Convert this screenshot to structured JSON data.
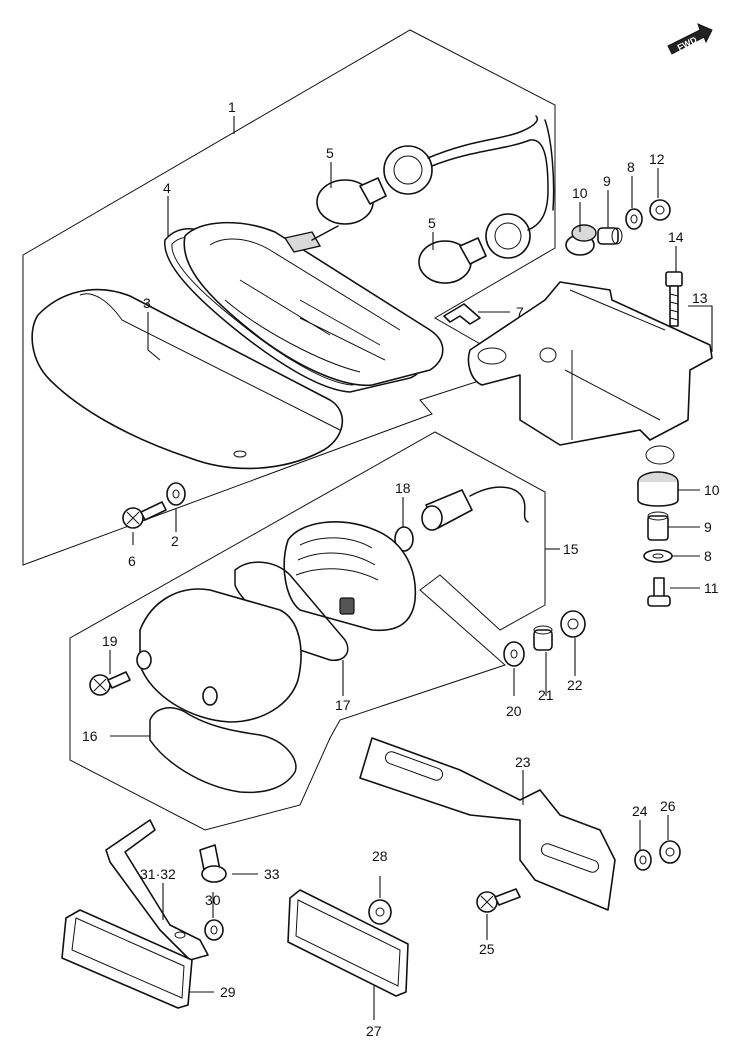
{
  "fwd_label": "FWD",
  "callouts": {
    "c1": "1",
    "c2": "2",
    "c3": "3",
    "c4": "4",
    "c5a": "5",
    "c5b": "5",
    "c6": "6",
    "c7": "7",
    "c8a": "8",
    "c8b": "8",
    "c9a": "9",
    "c9b": "9",
    "c10a": "10",
    "c10b": "10",
    "c11": "11",
    "c12": "12",
    "c13": "13",
    "c14": "14",
    "c15": "15",
    "c16": "16",
    "c17": "17",
    "c18": "18",
    "c19": "19",
    "c20": "20",
    "c21": "21",
    "c22": "22",
    "c23": "23",
    "c24": "24",
    "c25": "25",
    "c26": "26",
    "c27": "27",
    "c28": "28",
    "c29": "29",
    "c30": "30",
    "c31_32": "31·32",
    "c33": "33"
  }
}
